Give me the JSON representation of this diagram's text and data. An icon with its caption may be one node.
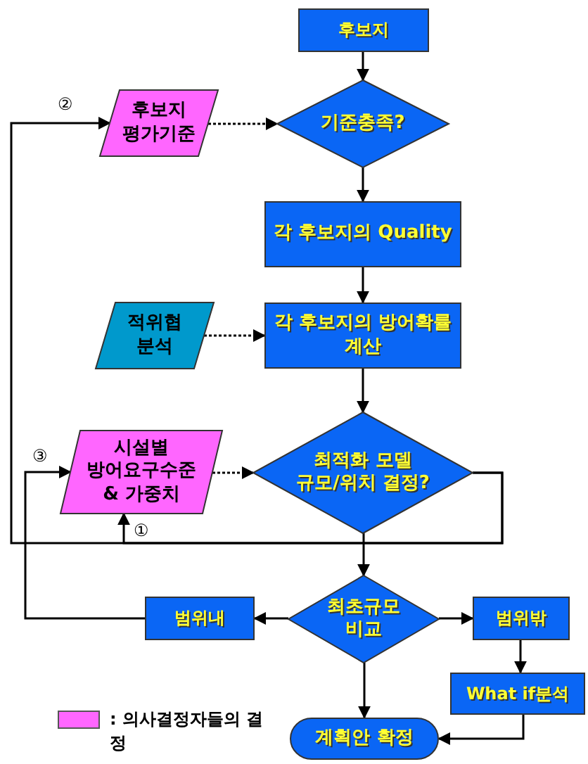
{
  "diagram": {
    "nodes": [
      {
        "text": [
          "후보지"
        ]
      },
      {
        "text": [
          "후보지 평가기준"
        ]
      },
      {
        "text": [
          "기준충족?"
        ]
      },
      {
        "text": [
          "각 후보지의 Quality"
        ]
      },
      {
        "text": [
          "적위협 분석"
        ]
      },
      {
        "text": [
          "각 후보지의 방어확률 계산"
        ]
      },
      {
        "text": [
          "시설별 방어요구수준 & 가중치"
        ]
      },
      {
        "text": [
          "최적화 모델 규모/위치 결정?"
        ]
      },
      {
        "text": [
          "최초규모 비교"
        ]
      },
      {
        "text": [
          "범위내"
        ]
      },
      {
        "text": [
          "범위밖"
        ]
      },
      {
        "text": [
          "What if분석"
        ]
      },
      {
        "text": [
          "계획안 확정"
        ]
      }
    ],
    "edges": [
      {
        "from": 0,
        "to": 2,
        "arrow": "to"
      },
      {
        "from": 1,
        "to": 2,
        "arrow": "to",
        "style": "dashed"
      },
      {
        "from": 2,
        "to": 3,
        "arrow": "to"
      },
      {
        "from": 3,
        "to": 5,
        "arrow": "to"
      },
      {
        "from": 4,
        "to": 5,
        "arrow": "to",
        "style": "dashed"
      },
      {
        "from": 5,
        "to": 7,
        "arrow": "to"
      },
      {
        "from": 6,
        "to": 7,
        "arrow": "to",
        "style": "dashed"
      },
      {
        "from": 7,
        "to": 1,
        "arrow": "to",
        "label": "②"
      },
      {
        "from": 7,
        "to": 6,
        "arrow": "to",
        "label": "①"
      },
      {
        "from": 7,
        "to": 8,
        "arrow": "to"
      },
      {
        "from": 8,
        "to": 9,
        "arrow": "to"
      },
      {
        "from": 8,
        "to": 10,
        "arrow": "to"
      },
      {
        "from": 9,
        "to": 6,
        "arrow": "to",
        "label": "③"
      },
      {
        "from": 10,
        "to": 11,
        "arrow": "to"
      },
      {
        "from": 11,
        "to": 12,
        "arrow": "to"
      },
      {
        "from": 8,
        "to": 12,
        "arrow": "to"
      }
    ],
    "legend": [
      {
        "text": ": 의사결정자들의 결정",
        "color": "#ff66ff"
      }
    ]
  }
}
